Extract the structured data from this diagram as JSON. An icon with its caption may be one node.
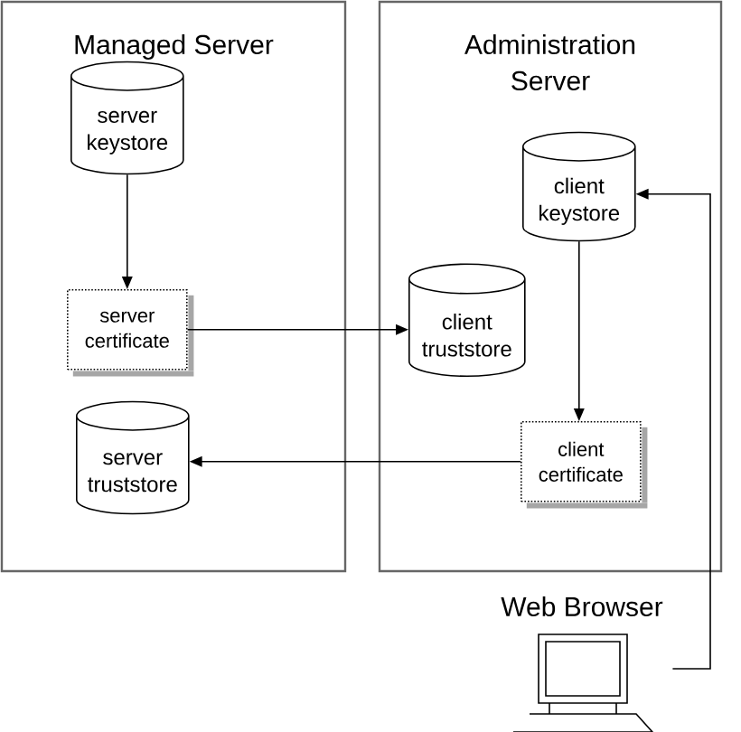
{
  "diagram": {
    "nodes": [
      {
        "text": [
          "Managed Server"
        ]
      },
      {
        "text": [
          "server keystore"
        ],
        "in": 0
      },
      {
        "text": [
          "server certificate"
        ],
        "in": 0
      },
      {
        "text": [
          "server truststore"
        ],
        "in": 0
      },
      {
        "text": [
          "Administration Server"
        ]
      },
      {
        "text": [
          "client keystore"
        ],
        "in": 4
      },
      {
        "text": [
          "client truststore"
        ],
        "in": 4
      },
      {
        "text": [
          "client certificate"
        ],
        "in": 4
      },
      {
        "text": [
          "Web Browser"
        ]
      }
    ],
    "edges": [
      {
        "from": 1,
        "to": 2,
        "arrow": "to"
      },
      {
        "from": 2,
        "to": 6,
        "arrow": "to"
      },
      {
        "from": 5,
        "to": 7,
        "arrow": "to"
      },
      {
        "from": 7,
        "to": 3,
        "arrow": "to"
      },
      {
        "from": 8,
        "to": 5,
        "arrow": "to"
      }
    ]
  }
}
